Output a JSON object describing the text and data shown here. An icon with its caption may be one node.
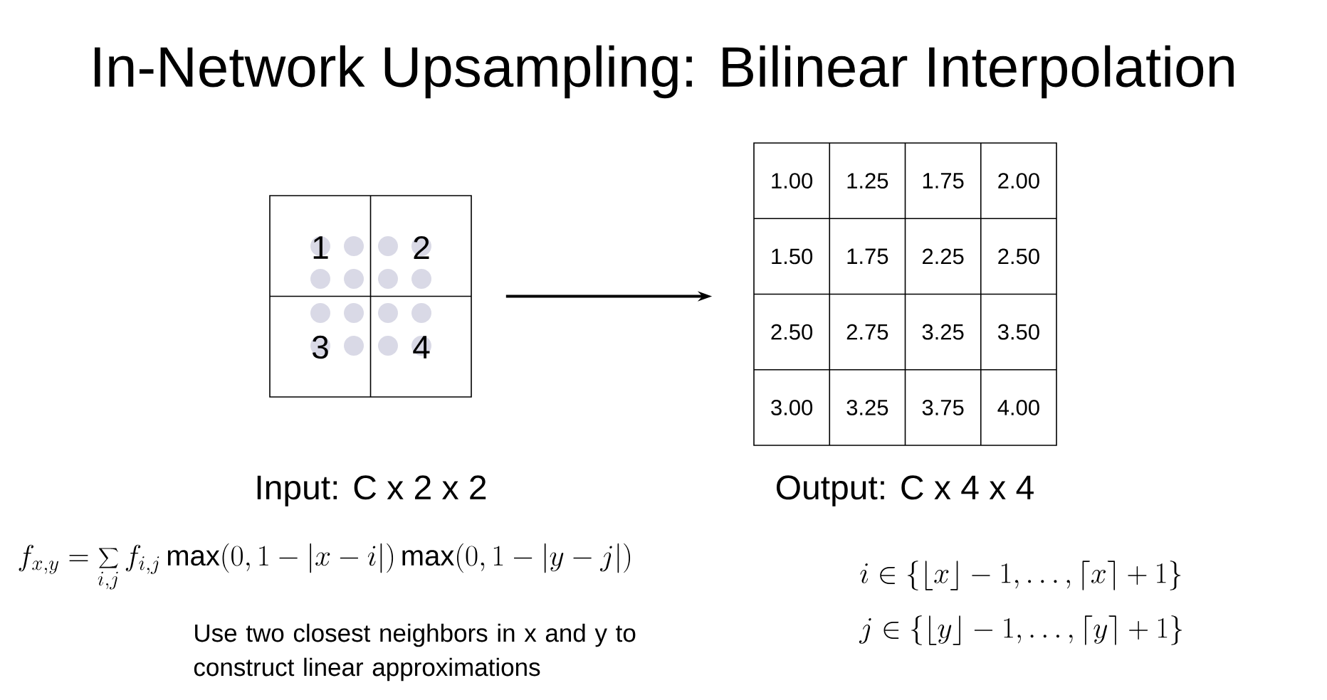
{
  "diagram": {
    "title": "In-Network Upsampling: Bilinear Interpolation",
    "nodes": [
      {
        "text": [
          "1",
          "2",
          "3",
          "4"
        ],
        "beside": [
          "Input: C x 2 x 2"
        ]
      },
      {
        "text": [
          "1.00",
          "1.25",
          "1.75",
          "2.00",
          "1.50",
          "1.75",
          "2.25",
          "2.50",
          "2.50",
          "2.75",
          "3.25",
          "3.50",
          "3.00",
          "3.25",
          "3.75",
          "4.00"
        ],
        "beside": [
          "Output: C x 4 x 4"
        ]
      }
    ],
    "edges": [
      {
        "from": 0,
        "to": 1,
        "arrow": "to"
      }
    ],
    "labels": [
      "f_{x,y} = \\sum_{i,j} f_{i,j} \\max(0, 1-|x-i|)\\max(0, 1-|y-j|)",
      "i \\in \\{\\lfloor x \\rfloor - 1, \\dots, \\lceil x \\rceil + 1\\}",
      "Use two closest neighbors in x and y to construct linear approximations",
      "j \\in \\{\\lfloor y \\rfloor - 1, \\dots, \\lceil y \\rceil + 1\\}"
    ]
  }
}
